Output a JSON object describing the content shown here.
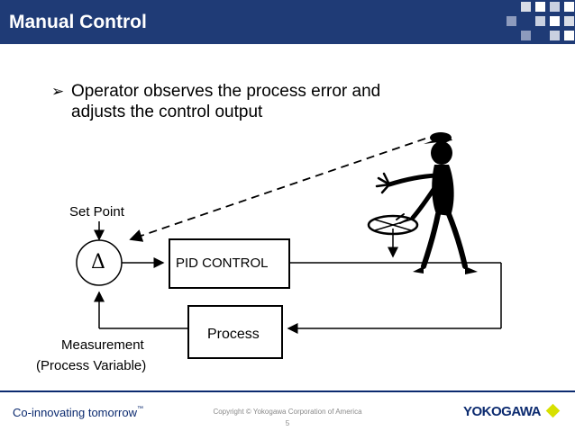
{
  "colors": {
    "header_bg": "#1f3b76",
    "brand_blue": "#0b2a6f",
    "logo_accent": "#d7e000"
  },
  "header": {
    "title": "Manual Control"
  },
  "bullet": {
    "icon": "arrow-bullet-icon",
    "text": "Operator observes the process error and adjusts the control output"
  },
  "diagram": {
    "set_point_label": "Set Point",
    "summing_symbol": "Δ",
    "pid_label": "PID CONTROL",
    "process_label": "Process",
    "measurement_label_line1": "Measurement",
    "measurement_label_line2": "(Process Variable)",
    "operator_figure": "operator-stick-figure"
  },
  "footer": {
    "tagline": "Co-innovating tomorrow",
    "tagline_mark": "™",
    "copyright": "Copyright © Yokogawa Corporation of America",
    "page_number": "5",
    "logo_text": "YOKOGAWA"
  }
}
